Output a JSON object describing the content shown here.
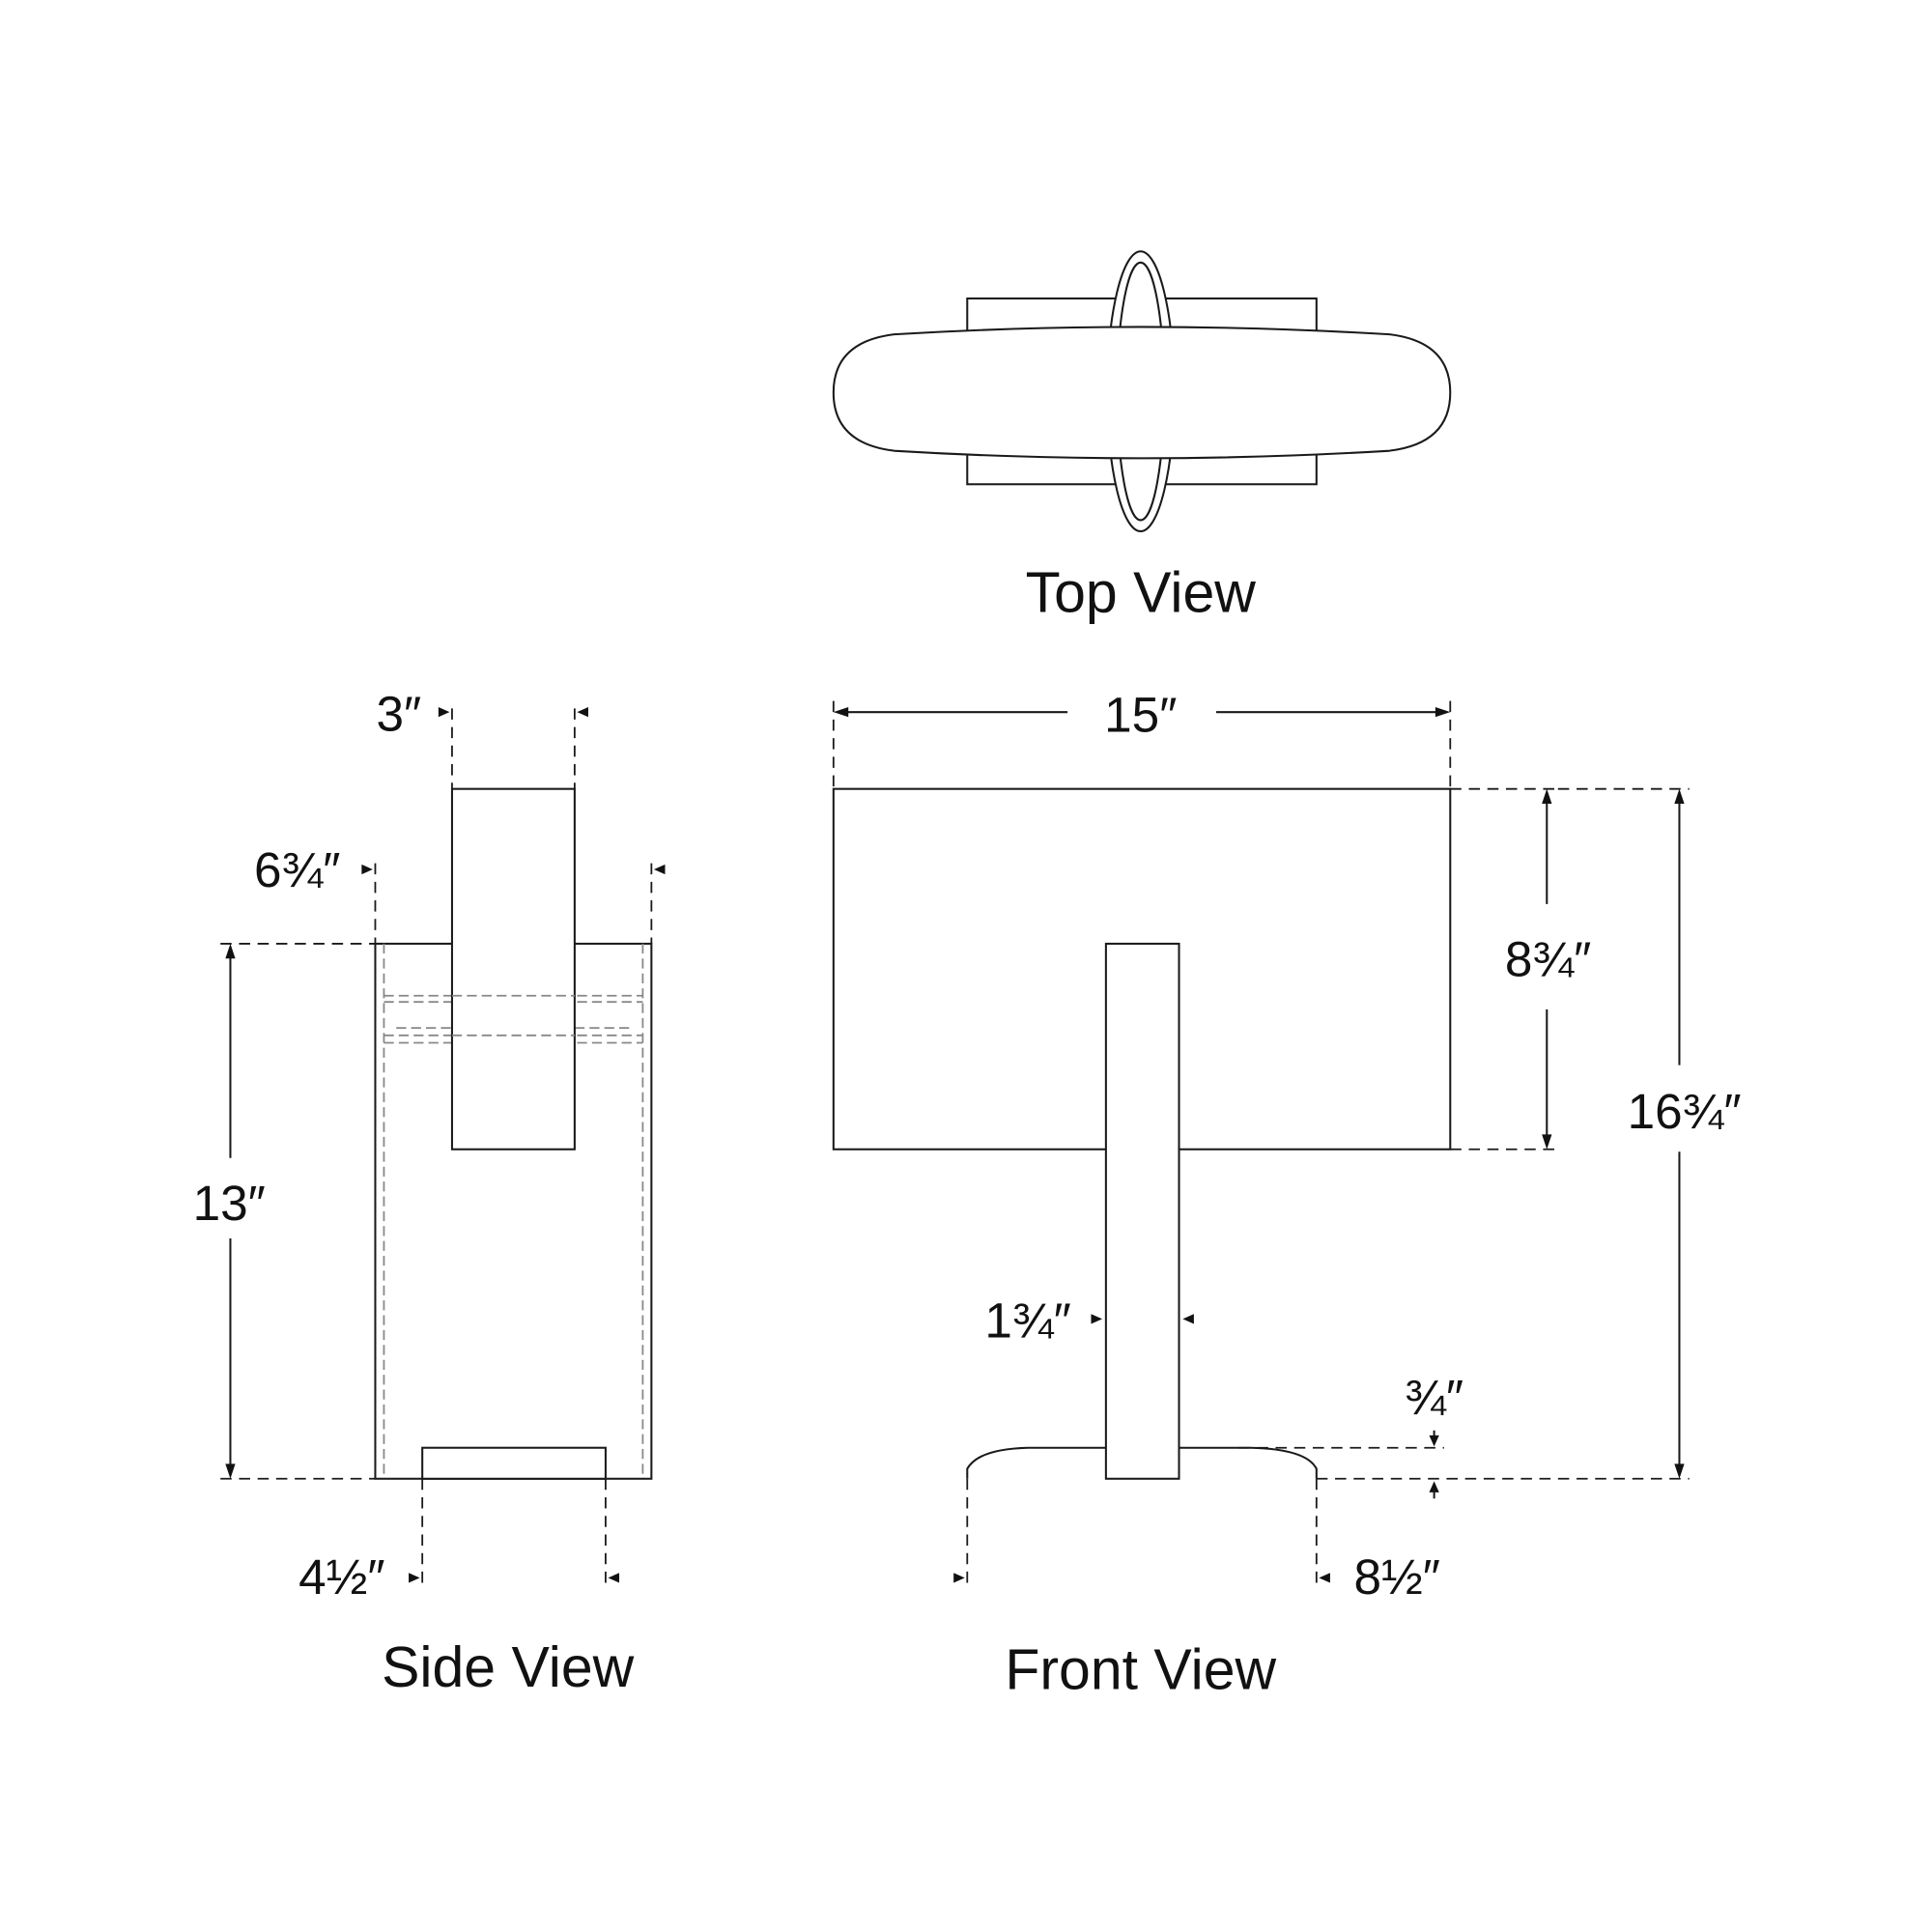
{
  "views": {
    "top": {
      "label": "Top View"
    },
    "side": {
      "label": "Side View",
      "dims": {
        "plate_width": "3″",
        "depth": "6¾″",
        "height": "13″",
        "base_width": "4½″"
      }
    },
    "front": {
      "label": "Front View",
      "dims": {
        "width": "15″",
        "shade_height": "8¾″",
        "overall_height": "16¾″",
        "stem_width": "1¾″",
        "base_height": "¾″",
        "base_width": "8½″"
      }
    }
  }
}
